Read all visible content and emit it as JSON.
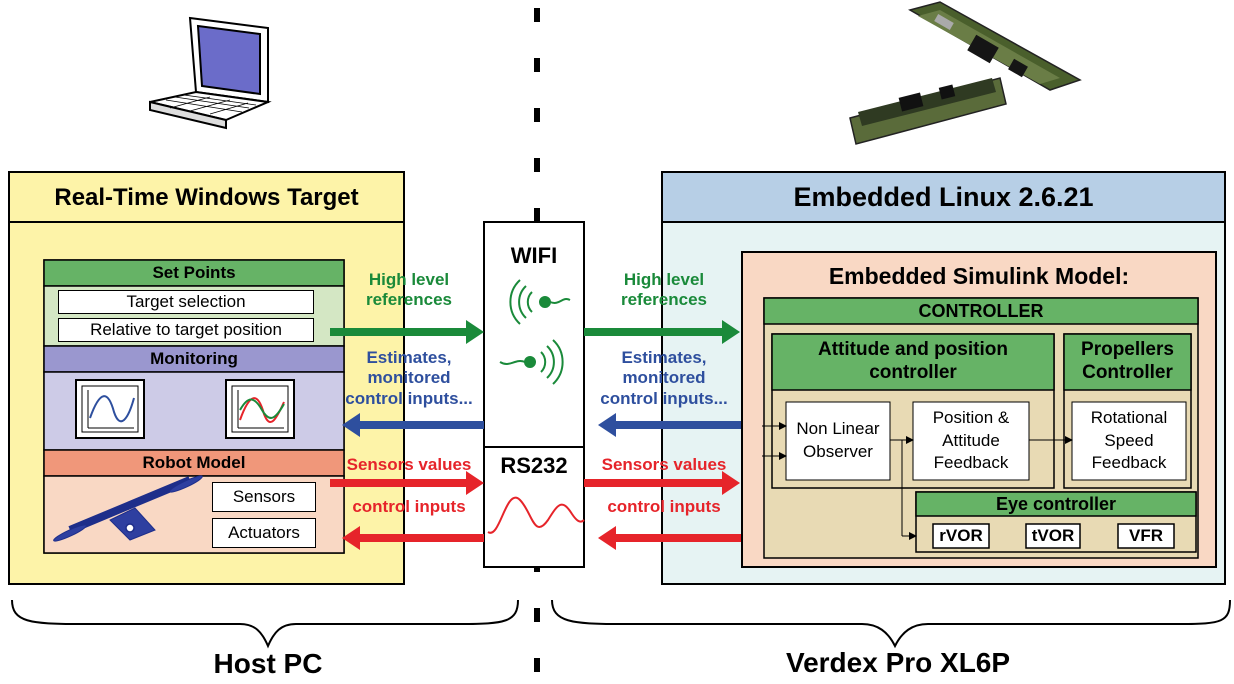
{
  "host": {
    "panel_title": "Real-Time Windows Target",
    "set_points": {
      "title": "Set Points",
      "items": [
        "Target selection",
        "Relative to target position"
      ]
    },
    "monitoring": {
      "title": "Monitoring"
    },
    "robot_model": {
      "title": "Robot Model",
      "items": [
        "Sensors",
        "Actuators"
      ]
    },
    "footer": "Host PC"
  },
  "comm": {
    "wifi": "WIFI",
    "rs232": "RS232",
    "left": {
      "high_level": [
        "High level",
        "references"
      ],
      "estimates": [
        "Estimates,",
        "monitored",
        "control inputs..."
      ],
      "sensors": "Sensors values",
      "control": "control inputs"
    },
    "right": {
      "high_level": [
        "High level",
        "references"
      ],
      "estimates": [
        "Estimates,",
        "monitored",
        "control inputs..."
      ],
      "sensors": "Sensors values",
      "control": "control inputs"
    }
  },
  "embedded": {
    "panel_title": "Embedded Linux 2.6.21",
    "model_title": "Embedded Simulink Model:",
    "controller_title": "CONTROLLER",
    "attitude": {
      "title": [
        "Attitude and position",
        "controller"
      ],
      "observer": [
        "Non Linear",
        "Observer"
      ],
      "feedback": [
        "Position &",
        "Attitude",
        "Feedback"
      ]
    },
    "propellers": {
      "title": [
        "Propellers",
        "Controller"
      ],
      "feedback": [
        "Rotational",
        "Speed",
        "Feedback"
      ]
    },
    "eye": {
      "title": "Eye controller",
      "items": [
        "rVOR",
        "tVOR",
        "VFR"
      ]
    },
    "footer": "Verdex Pro XL6P"
  },
  "colors": {
    "green": "#1a8a3a",
    "blue": "#2e4f9e",
    "red": "#e6242a",
    "yellow_panel": "#fdf3a8",
    "blue_panel": "#b7cfe6",
    "salmon": "#f9d8c4"
  }
}
